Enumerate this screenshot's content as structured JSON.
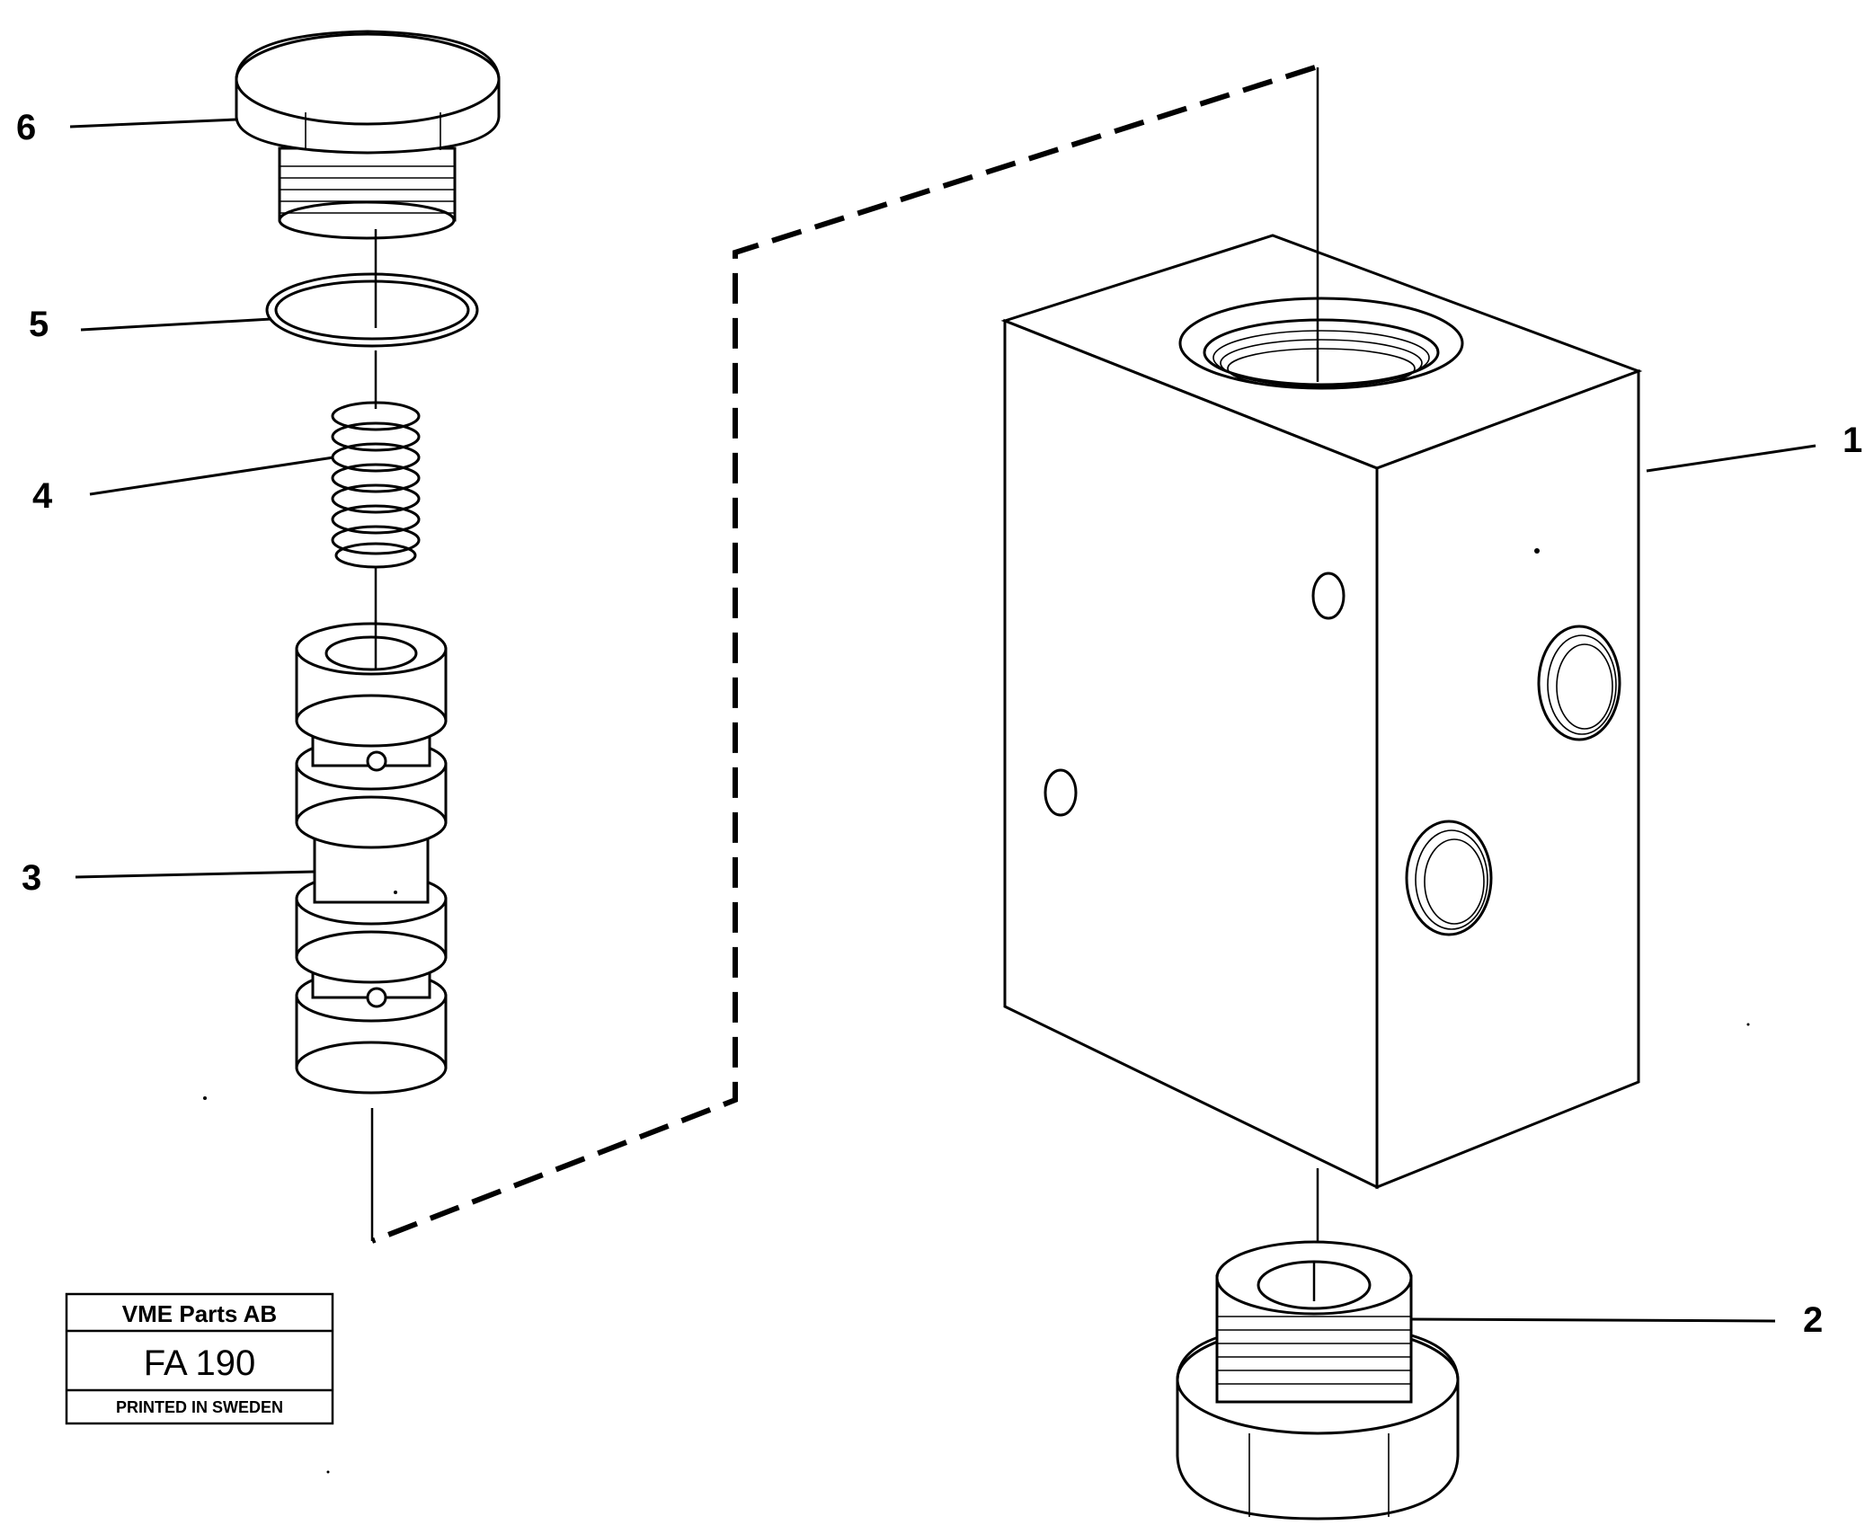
{
  "callouts": [
    {
      "id": "part-1",
      "label": "1"
    },
    {
      "id": "part-2",
      "label": "2"
    },
    {
      "id": "part-3",
      "label": "3"
    },
    {
      "id": "part-4",
      "label": "4"
    },
    {
      "id": "part-5",
      "label": "5"
    },
    {
      "id": "part-6",
      "label": "6"
    }
  ],
  "stamp": {
    "company": "VME Parts AB",
    "code": "FA 190",
    "printed": "PRINTED IN SWEDEN"
  }
}
